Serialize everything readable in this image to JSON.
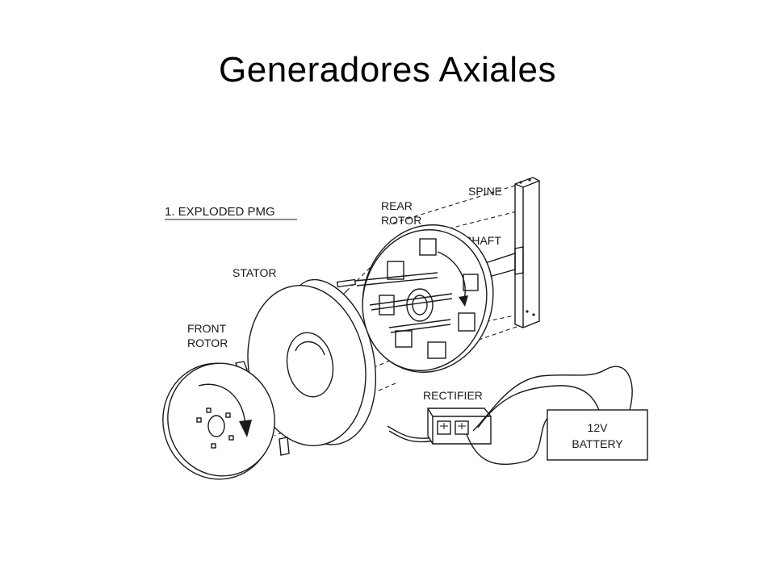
{
  "slide": {
    "title": "Generadores Axiales"
  },
  "diagram": {
    "heading": "1. EXPLODED PMG",
    "labels": {
      "spine": "SPINE",
      "rear_rotor_line1": "REAR",
      "rear_rotor_line2": "ROTOR",
      "shaft": "SHAFT",
      "stator": "STATOR",
      "front_rotor_line1": "FRONT",
      "front_rotor_line2": "ROTOR",
      "rectifier": "RECTIFIER",
      "battery_line1": "12V",
      "battery_line2": "BATTERY"
    }
  }
}
